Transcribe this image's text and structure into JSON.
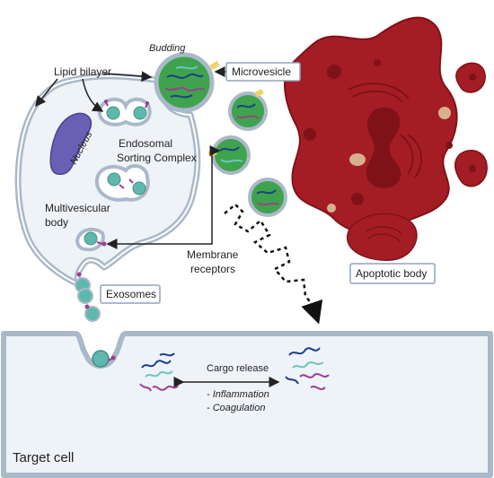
{
  "labels": {
    "budding": "Budding",
    "lipid_bilayer": "Lipid bilayer",
    "nucleus": "Nucleus",
    "endosomal_line1": "Endosomal",
    "endosomal_line2": "Sorting Complex",
    "multivesicular_line1": "Multivesicular",
    "multivesicular_line2": "body",
    "microvesicle": "Microvesicle",
    "membrane_receptors_line1": "Membrane",
    "membrane_receptors_line2": "receptors",
    "exosomes": "Exosomes",
    "apoptotic_body": "Apoptotic body",
    "cargo_release": "Cargo release",
    "inflammation": "- Inflammation",
    "coagulation": "- Coagulation",
    "target_cell": "Target cell"
  },
  "colors": {
    "cell_fill": "#eef3f8",
    "cell_stroke": "#aab9c9",
    "vesicle_green": "#3fa34d",
    "exosome_teal": "#5fb8ad",
    "apoptotic_red": "#a51d24",
    "apoptotic_dark": "#c0392b",
    "nucleus_purple": "#6b5fb5",
    "receptor_yellow": "#f2d16b",
    "receptor_purple": "#9b3f8f"
  }
}
